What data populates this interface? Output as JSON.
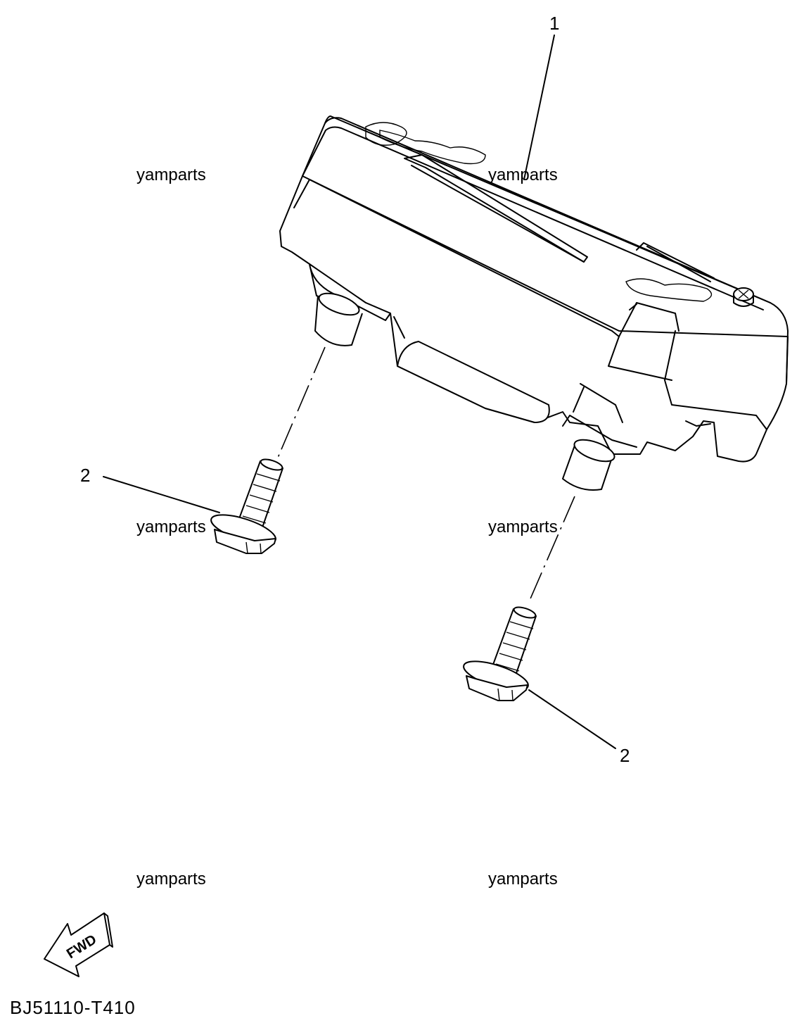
{
  "diagram": {
    "callouts": {
      "meter_assembly": "1",
      "bolt_left": "2",
      "bolt_right": "2"
    },
    "watermarks": [
      "yamparts",
      "yamparts",
      "yamparts",
      "yamparts",
      "yamparts",
      "yamparts"
    ],
    "fwd_label": "FWD",
    "drawing_code": "BJ51110-T410"
  }
}
